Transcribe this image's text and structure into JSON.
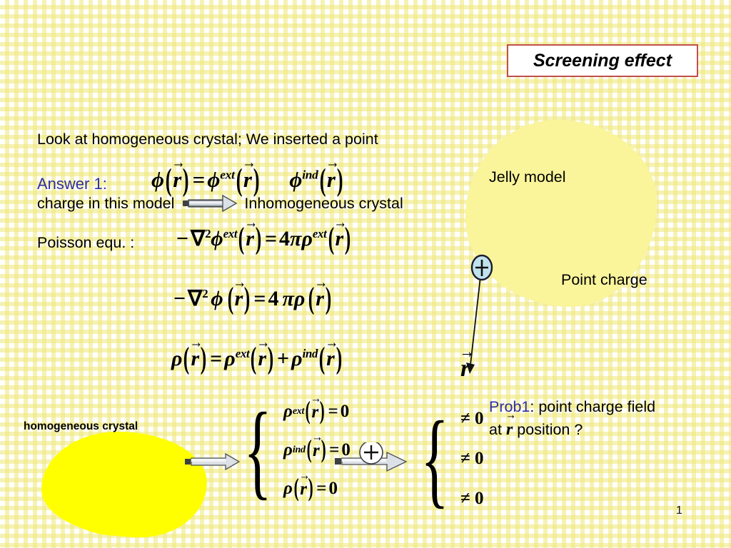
{
  "slide": {
    "page_number": "1",
    "title": "Screening effect",
    "title_border_color": "#C0504D",
    "accent_blue": "#2F2FA8",
    "jelly_blob_color": "#FAF49B",
    "homogeneous_blob_color": "#FFFF00"
  },
  "intro": {
    "line1": "Look at homogeneous crystal; We inserted a point",
    "line2_before_arrow": "charge in this model",
    "line2_after_arrow": "Inhomogeneous crystal"
  },
  "answer": {
    "label": "Answer 1:",
    "equation_text": "phi(r) = phi^ext(r)  phi^ind(r)",
    "lhs_symbol": "ϕ",
    "equals": "=",
    "term1_symbol": "ϕ",
    "term1_sup": "ext",
    "term2_symbol": "ϕ",
    "term2_sup": "ind",
    "arg": "r"
  },
  "poisson": {
    "label": "Poisson equ. :",
    "equation_text": "-∇² phi^ext(r) = 4 pi rho^ext(r)",
    "minus": "−",
    "nabla": "∇",
    "nabla_sup": "2",
    "phi": "ϕ",
    "phi_sup": "ext",
    "equals": "=",
    "four": "4",
    "pi": "π",
    "rho": "ρ",
    "rho_sup": "ext",
    "arg": "r"
  },
  "laplace": {
    "equation_text": "-∇² phi(r) = 4 pi rho(r)",
    "minus": "−",
    "nabla": "∇",
    "nabla_sup": "2",
    "phi": "ϕ",
    "equals": "=",
    "four": "4",
    "pi": "π",
    "rho": "ρ",
    "arg": "r"
  },
  "rho_decomposition": {
    "equation_text": "rho(r) = rho^ext(r) + rho^ind(r)",
    "lhs": "ρ",
    "equals": "=",
    "term1": "ρ",
    "term1_sup": "ext",
    "plus": "+",
    "term2": "ρ",
    "term2_sup": "ind",
    "arg": "r"
  },
  "system_left": {
    "rows": [
      {
        "symbol": "ρ",
        "sup": "ext",
        "arg": "r",
        "relation": "=",
        "value": "0"
      },
      {
        "symbol": "ρ",
        "sup": "ind",
        "arg": "r",
        "relation": "=",
        "value": "0"
      },
      {
        "symbol": "ρ",
        "sup": "",
        "arg": "r",
        "relation": "=",
        "value": "0"
      }
    ]
  },
  "system_right": {
    "rows": [
      "≠ 0",
      "≠ 0",
      "≠ 0"
    ]
  },
  "plus_arrow": {
    "icon": "circled-plus-icon",
    "glyph": "⊕"
  },
  "jelly": {
    "label": "Jelly model"
  },
  "point_charge": {
    "label": "Point charge",
    "pin_glyph": "+",
    "pin_color": "#BFE2EE"
  },
  "r_vector": {
    "symbol": "r"
  },
  "homogeneous": {
    "label": "homogeneous crystal"
  },
  "prob1": {
    "key": "Prob1",
    "rest_line1": ": point charge  field",
    "line2_before": "at",
    "vector": "r",
    "line2_after": "position ?"
  }
}
